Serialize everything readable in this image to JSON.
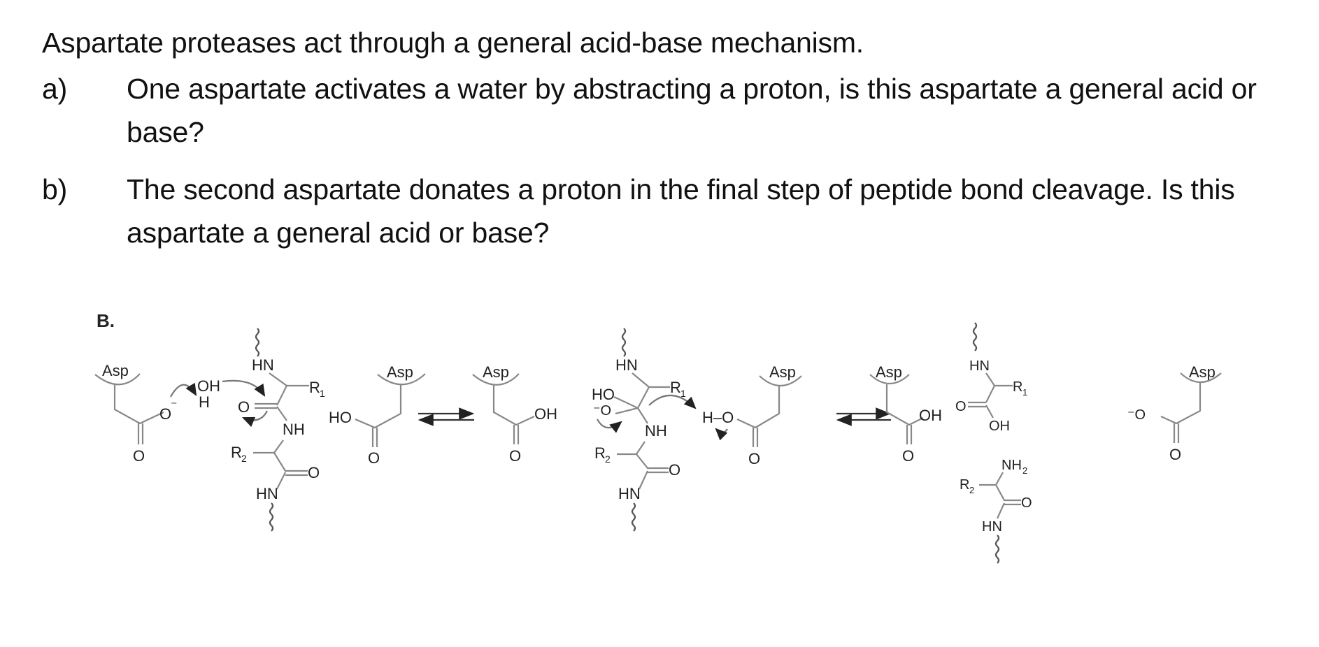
{
  "question": {
    "intro": "Aspartate proteases act through a general acid-base mechanism.",
    "parts": [
      {
        "label": "a)",
        "text": "One aspartate activates a water by abstracting a proton, is this aspartate a general acid or base?"
      },
      {
        "label": "b)",
        "text": "The second aspartate donates a proton in the final step of peptide bond cleavage.  Is this aspartate a general acid or base?"
      }
    ]
  },
  "figure": {
    "panel_label": "B.",
    "residue_label": "Asp",
    "stages": [
      {
        "name": "stage-1-nucleophilic-attack",
        "left_asp": {
          "groups": [
            "O⁻",
            "O"
          ]
        },
        "water": {
          "atoms": [
            "OH",
            "H"
          ]
        },
        "peptide": {
          "labels": [
            "HN",
            "R₁",
            "O",
            "NH",
            "R₂",
            "O",
            "HN"
          ]
        },
        "right_asp": {
          "groups": [
            "HO",
            "O"
          ]
        }
      },
      {
        "name": "stage-2-tetrahedral-intermediate",
        "left_asp": {
          "groups": [
            "OH",
            "O"
          ]
        },
        "peptide": {
          "labels": [
            "HN",
            "R₁",
            "HO",
            "⁻O",
            "NH",
            "R₂",
            "O",
            "HN"
          ]
        },
        "right_asp": {
          "groups": [
            "H–O",
            "O"
          ]
        }
      },
      {
        "name": "stage-3-products",
        "left_asp": {
          "groups": [
            "OH",
            "O"
          ]
        },
        "product_1": {
          "labels": [
            "HN",
            "R₁",
            "O",
            "OH"
          ]
        },
        "product_2": {
          "labels": [
            "NH₂",
            "R₂",
            "O",
            "HN"
          ]
        },
        "right_asp": {
          "groups": [
            "⁻O",
            "O"
          ]
        }
      }
    ],
    "equilibrium_arrows": 2
  }
}
